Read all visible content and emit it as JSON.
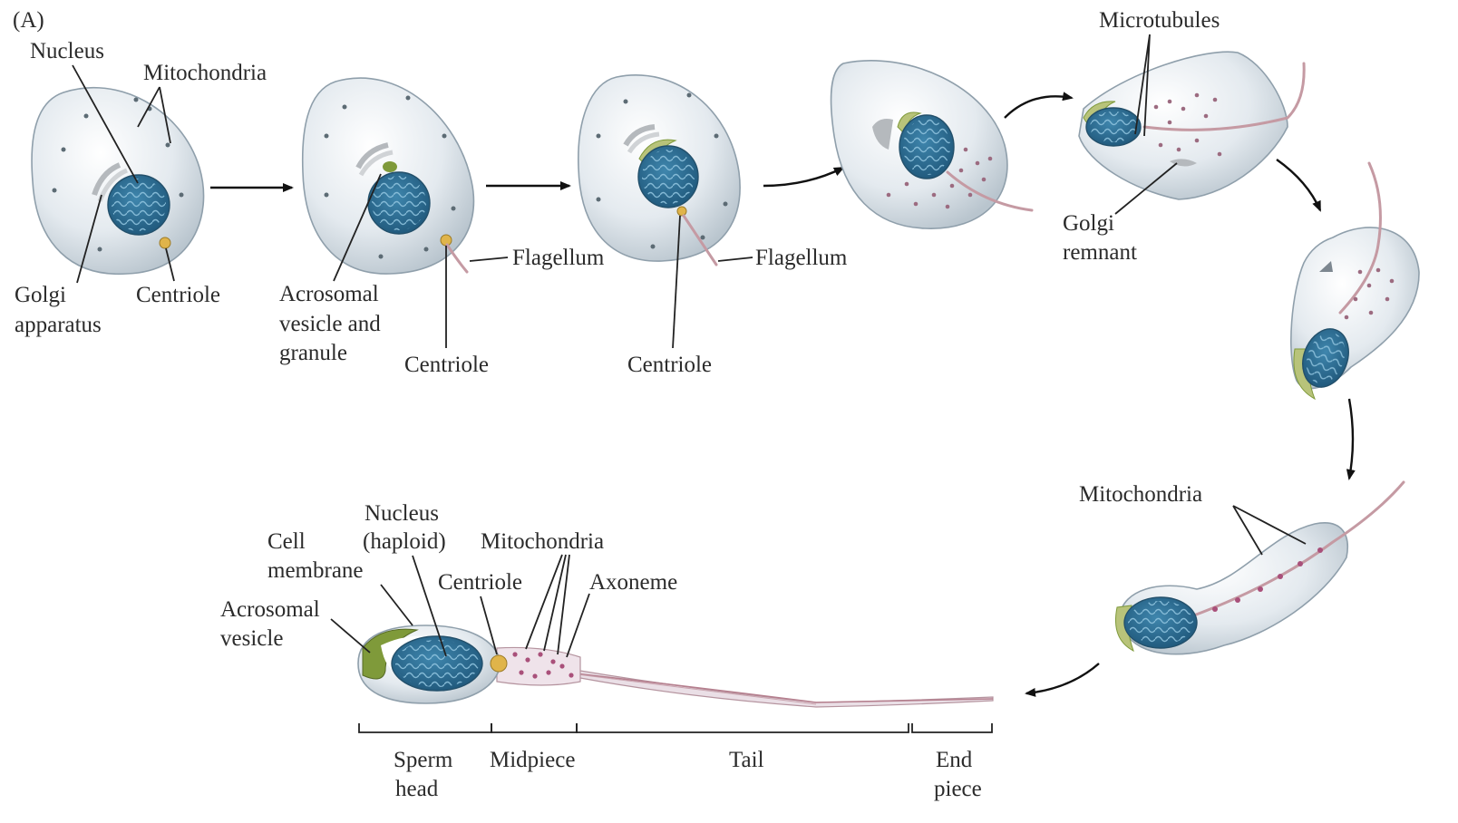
{
  "panel_label": "(A)",
  "labels": {
    "nucleus": "Nucleus",
    "mitochondria_1": "Mitochondria",
    "golgi_apparatus_1": "Golgi",
    "golgi_apparatus_2": "apparatus",
    "centriole_1": "Centriole",
    "acrosomal_granule_1": "Acrosomal",
    "acrosomal_granule_2": "vesicle and",
    "acrosomal_granule_3": "granule",
    "centriole_2": "Centriole",
    "flagellum_1": "Flagellum",
    "centriole_3": "Centriole",
    "flagellum_2": "Flagellum",
    "microtubules": "Microtubules",
    "golgi_remnant_1": "Golgi",
    "golgi_remnant_2": "remnant",
    "mitochondria_2": "Mitochondria",
    "sperm_nucleus_1": "Nucleus",
    "sperm_nucleus_2": "(haploid)",
    "cell_membrane_1": "Cell",
    "cell_membrane_2": "membrane",
    "sperm_mitochondria": "Mitochondria",
    "sperm_centriole": "Centriole",
    "axoneme": "Axoneme",
    "acrosomal_vesicle_1": "Acrosomal",
    "acrosomal_vesicle_2": "vesicle"
  },
  "regions": {
    "head_1": "Sperm",
    "head_2": "head",
    "midpiece": "Midpiece",
    "tail": "Tail",
    "end_1": "End",
    "end_2": "piece"
  },
  "colors": {
    "nucleus": "#2f6f95",
    "cytoplasm": "#e3e9ee",
    "acrosome": "#7f9a3a",
    "centriole": "#e0b44a",
    "flagellum": "#c59aa3",
    "mitochondria": "#a9507a"
  }
}
